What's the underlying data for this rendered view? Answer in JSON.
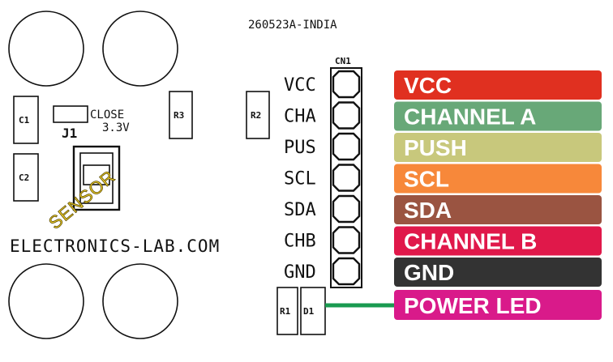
{
  "board": {
    "serial": "260523A-INDIA",
    "brand": "ELECTRONICS-LAB.COM",
    "connector_ref": "CN1",
    "jumper_ref": "J1",
    "jumper_label_line1": "CLOSE",
    "jumper_label_line2": "3.3V",
    "sensor_label": "SENSOR",
    "components": {
      "c1": "C1",
      "c2": "C2",
      "r1": "R1",
      "r2": "R2",
      "r3": "R3",
      "d1": "D1"
    }
  },
  "pins": [
    {
      "silk": "VCC",
      "tag": "VCC",
      "color": "#e03020"
    },
    {
      "silk": "CHA",
      "tag": "CHANNEL A",
      "color": "#68a878"
    },
    {
      "silk": "PUS",
      "tag": "PUSH",
      "color": "#c8c87c"
    },
    {
      "silk": "SCL",
      "tag": "SCL",
      "color": "#f7883a"
    },
    {
      "silk": "SDA",
      "tag": "SDA",
      "color": "#9a5441"
    },
    {
      "silk": "CHB",
      "tag": "CHANNEL B",
      "color": "#e0184a"
    },
    {
      "silk": "GND",
      "tag": "GND",
      "color": "#333333"
    }
  ],
  "power_led": {
    "tag": "POWER LED",
    "color": "#d91a8a",
    "wire_color": "#1a9a50"
  }
}
